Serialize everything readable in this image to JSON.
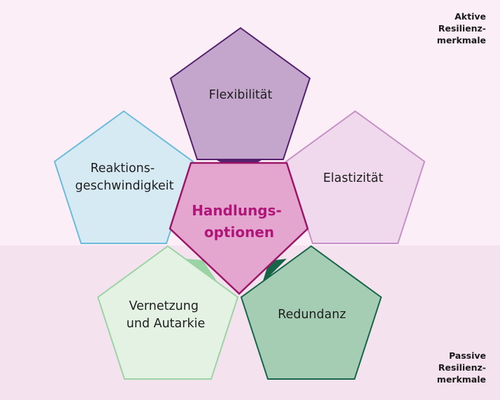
{
  "corner_labels": {
    "active": [
      "Aktive",
      "Resilienz-",
      "merkmale"
    ],
    "passive": [
      "Passive",
      "Resilienz-",
      "merkmale"
    ]
  },
  "center": {
    "lines": [
      "Handlungs-",
      "optionen"
    ],
    "fill": "#e4a6cf",
    "stroke": "#9c1668",
    "text_color": "#b0157a"
  },
  "nodes": [
    {
      "id": "flexibilitaet",
      "lines": [
        "Flexibilität"
      ],
      "fill": "#c4a5cc",
      "stroke": "#54206e",
      "connector": "#54206e"
    },
    {
      "id": "elastizitaet",
      "lines": [
        "Elastizität"
      ],
      "fill": "#f0d9ec",
      "stroke": "#c590c6",
      "connector": "#c590c6"
    },
    {
      "id": "redundanz",
      "lines": [
        "Redundanz"
      ],
      "fill": "#a4cdb4",
      "stroke": "#166548",
      "connector": "#166548"
    },
    {
      "id": "vernetzung",
      "lines": [
        "Vernetzung",
        "und Autarkie"
      ],
      "fill": "#e3f2e2",
      "stroke": "#9bd4a4",
      "connector": "#9bd4a4"
    },
    {
      "id": "reaktion",
      "lines": [
        "Reaktions-",
        "geschwindigkeit"
      ],
      "fill": "#d6eaf4",
      "stroke": "#6bbcdb",
      "connector": "#6bbcdb"
    }
  ]
}
